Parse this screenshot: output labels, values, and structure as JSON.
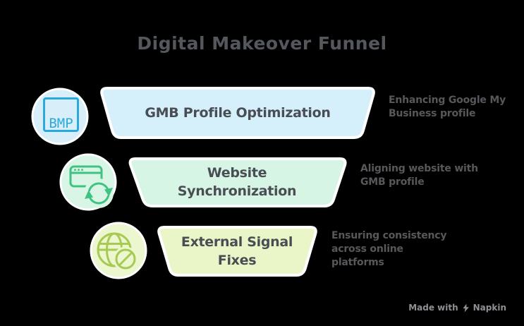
{
  "title": "Digital Makeover Funnel",
  "stages": [
    {
      "label_lines": [
        "GMB Profile Optimization"
      ],
      "annotation_lines": [
        "Enhancing Google My",
        "Business profile"
      ],
      "fill": "#d5effb",
      "icon": "bmp-image",
      "icon_label": "BMP",
      "icon_bg": "#d8effa",
      "icon_color": "#2ba9dc"
    },
    {
      "label_lines": [
        "Website",
        "Synchronization"
      ],
      "annotation_lines": [
        "Aligning website with",
        "GMB profile"
      ],
      "fill": "#d7f5e4",
      "icon": "browser-sync",
      "icon_bg": "#d8f5e5",
      "icon_color": "#3fc282"
    },
    {
      "label_lines": [
        "External Signal",
        "Fixes"
      ],
      "annotation_lines": [
        "Ensuring consistency",
        "across online",
        "platforms"
      ],
      "fill": "#eaf6c8",
      "icon": "globe-prohibited",
      "icon_bg": "#edf7cf",
      "icon_color": "#a7ca52"
    }
  ],
  "watermark": {
    "made_with": "Made with",
    "brand": "Napkin"
  },
  "colors": {
    "background": "#000000",
    "title_text": "#54575c",
    "stage_text": "#494e54",
    "annotation_text": "#56585b",
    "watermark_text": "#8e9093",
    "shape_border": "#ffffff"
  }
}
